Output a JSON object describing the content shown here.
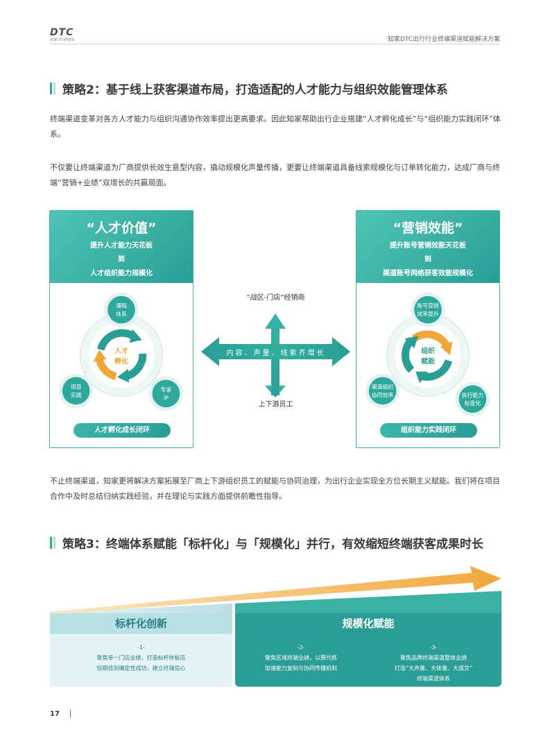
{
  "header": {
    "logo_mark": "DTC",
    "logo_sub": "知家DTC研究院",
    "doc_title": "知家DTC出行行业终端渠道赋能解决方案"
  },
  "strategy2": {
    "title": "策略2：基于线上获客渠道布局，打造适配的人才能力与组织效能管理体系",
    "para1": "终端渠道变革对各方人才能力与组织沟通协作效率提出更高要求。因此知家帮助出行企业搭建“人才孵化成长”与“组织能力实践闭环”体系。",
    "para2": "不仅要让终端渠道为厂商提供长效生意型内容，撬动规模化声量传播，更要让终端渠道具备线索规模化与订单转化能力，达成厂商与终端“营销+业绩”双增长的共赢局面。"
  },
  "left_panel": {
    "heading": "“人才价值”",
    "line1": "提升人才能力天花板",
    "line2": "到",
    "line3": "人才组织能力规模化",
    "center": [
      "人才",
      "孵化"
    ],
    "node_top": [
      "课程",
      "体系"
    ],
    "node_left": [
      "项目",
      "实践"
    ],
    "node_right": [
      "专家",
      "IP"
    ],
    "pill": "人才孵化成长闭环",
    "colors": {
      "teal": "#2a9e95",
      "orange": "#f0a73a"
    }
  },
  "right_panel": {
    "heading": "“营销效能”",
    "line1": "提升账号营销效能天花板",
    "line2": "到",
    "line3": "渠道账号网络获客效能规模化",
    "center": [
      "组织",
      "赋能"
    ],
    "node_top": [
      "账号营销",
      "效率提升"
    ],
    "node_left": [
      "渠道组织",
      "协同效率"
    ],
    "node_right": [
      "执行能力",
      "标准化"
    ],
    "pill": "组织能力实践闭环"
  },
  "cross_arrow": {
    "top": "“战区-门店”经销商",
    "middle": "内容、声量、线索齐增长",
    "bottom": "上下游员工"
  },
  "para3": "不止终端渠道，知家更将解决方案拓展至厂商上下游组织员工的赋能与协同治理，为出行企业实现全方位长期主义赋能。我们将在项目合作中及时总结归纳实践经验，并在理论与实践方面提供前瞻性指导。",
  "strategy3": {
    "title": "策略3：终端体系赋能「标杆化」与「规模化」并行，有效缩短终端获客成果时长",
    "left_title": "标杆化创新",
    "right_title": "规模化赋能",
    "item1": {
      "num": "-1-",
      "line1": "聚焦单一门店业绩，打造标杆样板店",
      "line2": "短期找到确定性成功，建立终端信心"
    },
    "item2": {
      "num": "-2-",
      "line1": "聚焦区域终端业绩，以赛代练",
      "line2": "加速能力复制与协同传播机制"
    },
    "item3": {
      "num": "-3-",
      "line1": "聚焦品牌终端渠道整体业绩",
      "line2": "打造“大声量、大体量、大成交”",
      "line3": "终端渠道体系"
    }
  },
  "footer": {
    "page": "17"
  }
}
